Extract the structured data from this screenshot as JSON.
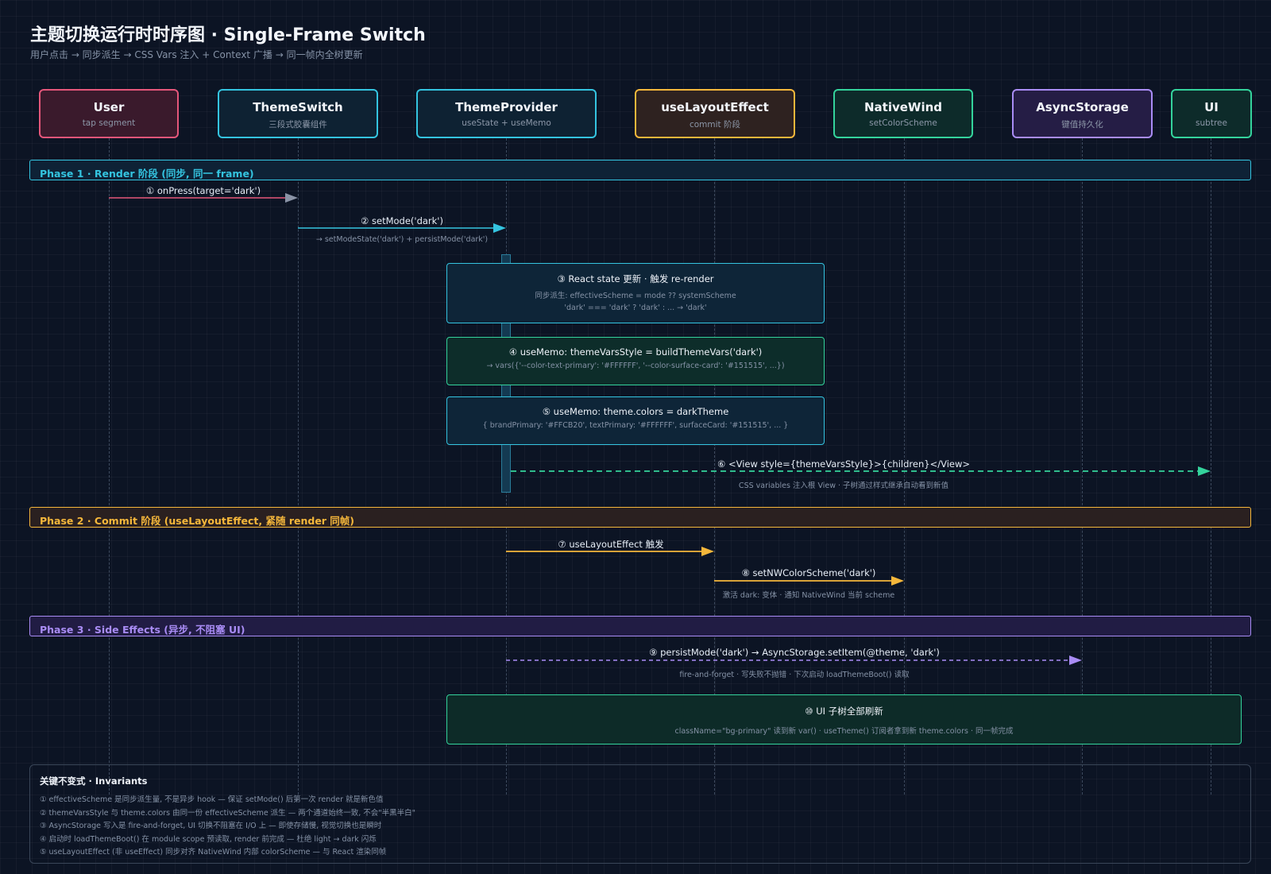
{
  "title": "主题切换运行时时序图 · Single-Frame Switch",
  "subtitle": "用户点击 → 同步派生 → CSS Vars 注入 + Context 广播 → 同一帧内全树更新",
  "actors": [
    {
      "name": "User",
      "sub": "tap segment",
      "color": "#e5567a",
      "bg": "#3a1a2c"
    },
    {
      "name": "ThemeSwitch",
      "sub": "三段式胶囊组件",
      "color": "#34c4e0",
      "bg": "#0e2233"
    },
    {
      "name": "ThemeProvider",
      "sub": "useState + useMemo",
      "color": "#34c4e0",
      "bg": "#0e2233"
    },
    {
      "name": "useLayoutEffect",
      "sub": "commit 阶段",
      "color": "#f5b73b",
      "bg": "#2e2220"
    },
    {
      "name": "NativeWind",
      "sub": "setColorScheme",
      "color": "#34d39c",
      "bg": "#0d2b2a"
    },
    {
      "name": "AsyncStorage",
      "sub": "键值持久化",
      "color": "#a98cf5",
      "bg": "#251d45"
    },
    {
      "name": "UI",
      "sub": "subtree",
      "color": "#34d39c",
      "bg": "#0d2b2a"
    }
  ],
  "phases": [
    {
      "label": "Phase 1 · Render 阶段 (同步, 同一 frame)",
      "color": "#34c4e0",
      "bg": "#0e2236"
    },
    {
      "label": "Phase 2 · Commit 阶段 (useLayoutEffect, 紧随 render 同帧)",
      "color": "#f5b73b",
      "bg": "#2a2020"
    },
    {
      "label": "Phase 3 · Side Effects (异步, 不阻塞 UI)",
      "color": "#a98cf5",
      "bg": "#211c44"
    }
  ],
  "messages": [
    {
      "label": "① onPress(target='dark')",
      "color": "#e5567a",
      "head": "#8a93a6",
      "dashed": false
    },
    {
      "label": "② setMode('dark')",
      "sub": "→ setModeState('dark') + persistMode('dark')",
      "color": "#34c4e0",
      "head": "#34c4e0",
      "dashed": false
    },
    {
      "label": "⑥ <View style={themeVarsStyle}>{children}</View>",
      "sub": "CSS variables 注入根 View · 子树通过样式继承自动看到新值",
      "color": "#34d39c",
      "head": "#34d39c",
      "dashed": true
    },
    {
      "label": "⑦ useLayoutEffect 触发",
      "color": "#f5b73b",
      "head": "#f5b73b",
      "dashed": false
    },
    {
      "label": "⑧ setNWColorScheme('dark')",
      "sub": "激活 dark: 变体 · 通知 NativeWind 当前 scheme",
      "color": "#f5b73b",
      "head": "#f5b73b",
      "dashed": false
    },
    {
      "label": "⑨ persistMode('dark') → AsyncStorage.setItem(@theme, 'dark')",
      "sub": "fire-and-forget · 写失败不抛错 · 下次启动 loadThemeBoot() 读取",
      "color": "#a98cf5",
      "head": "#a98cf5",
      "dashed": true
    }
  ],
  "notes": [
    {
      "title": "③ React state 更新 · 触发 re-render",
      "lines": [
        "同步派生: effectiveScheme = mode ?? systemScheme",
        "'dark' === 'dark' ? 'dark' : ... → 'dark'"
      ],
      "color": "#34c4e0",
      "bg": "#0e2538"
    },
    {
      "title": "④ useMemo: themeVarsStyle = buildThemeVars('dark')",
      "lines": [
        "→ vars({'--color-text-primary': '#FFFFFF', '--color-surface-card': '#151515', ...})"
      ],
      "color": "#34d39c",
      "bg": "#0d2d2a"
    },
    {
      "title": "⑤ useMemo: theme.colors = darkTheme",
      "lines": [
        "{ brandPrimary: '#FFCB20', textPrimary: '#FFFFFF', surfaceCard: '#151515', ... }"
      ],
      "color": "#34c4e0",
      "bg": "#0e2538"
    },
    {
      "title": "⑩ UI 子树全部刷新",
      "lines": [
        "className=\"bg-primary\" 读到新 var() · useTheme() 订阅者拿到新 theme.colors · 同一帧完成"
      ],
      "color": "#34d39c",
      "bg": "#0d2b28"
    }
  ],
  "invariants": {
    "title": "关键不变式 · Invariants",
    "lines": [
      "① effectiveScheme 是同步派生量, 不是异步 hook — 保证 setMode() 后第一次 render 就是新色值",
      "② themeVarsStyle 与 theme.colors 由同一份 effectiveScheme 派生 — 两个通道始终一致, 不会\"半黑半白\"",
      "③ AsyncStorage 写入是 fire-and-forget, UI 切换不阻塞在 I/O 上 — 即使存储慢, 视觉切换也是瞬时",
      "④ 启动时 loadThemeBoot() 在 module scope 预读取, render 前完成 — 杜绝 light → dark 闪烁",
      "⑤ useLayoutEffect (非 useEffect) 同步对齐 NativeWind 内部 colorScheme — 与 React 渲染同帧"
    ]
  }
}
